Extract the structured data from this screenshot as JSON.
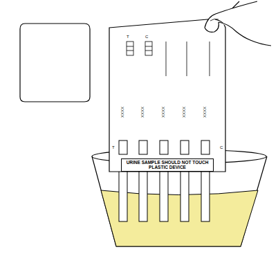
{
  "diagram": {
    "nodes": [
      {
        "text": [
          "URINE SAMPLE SHOULD NOT TOUCH PLASTIC DEVICE"
        ]
      }
    ],
    "labels": [
      "T",
      "C",
      "XXXX",
      "XXXX",
      "XXXX",
      "XXXX",
      "XXXX",
      "T",
      "C"
    ]
  }
}
